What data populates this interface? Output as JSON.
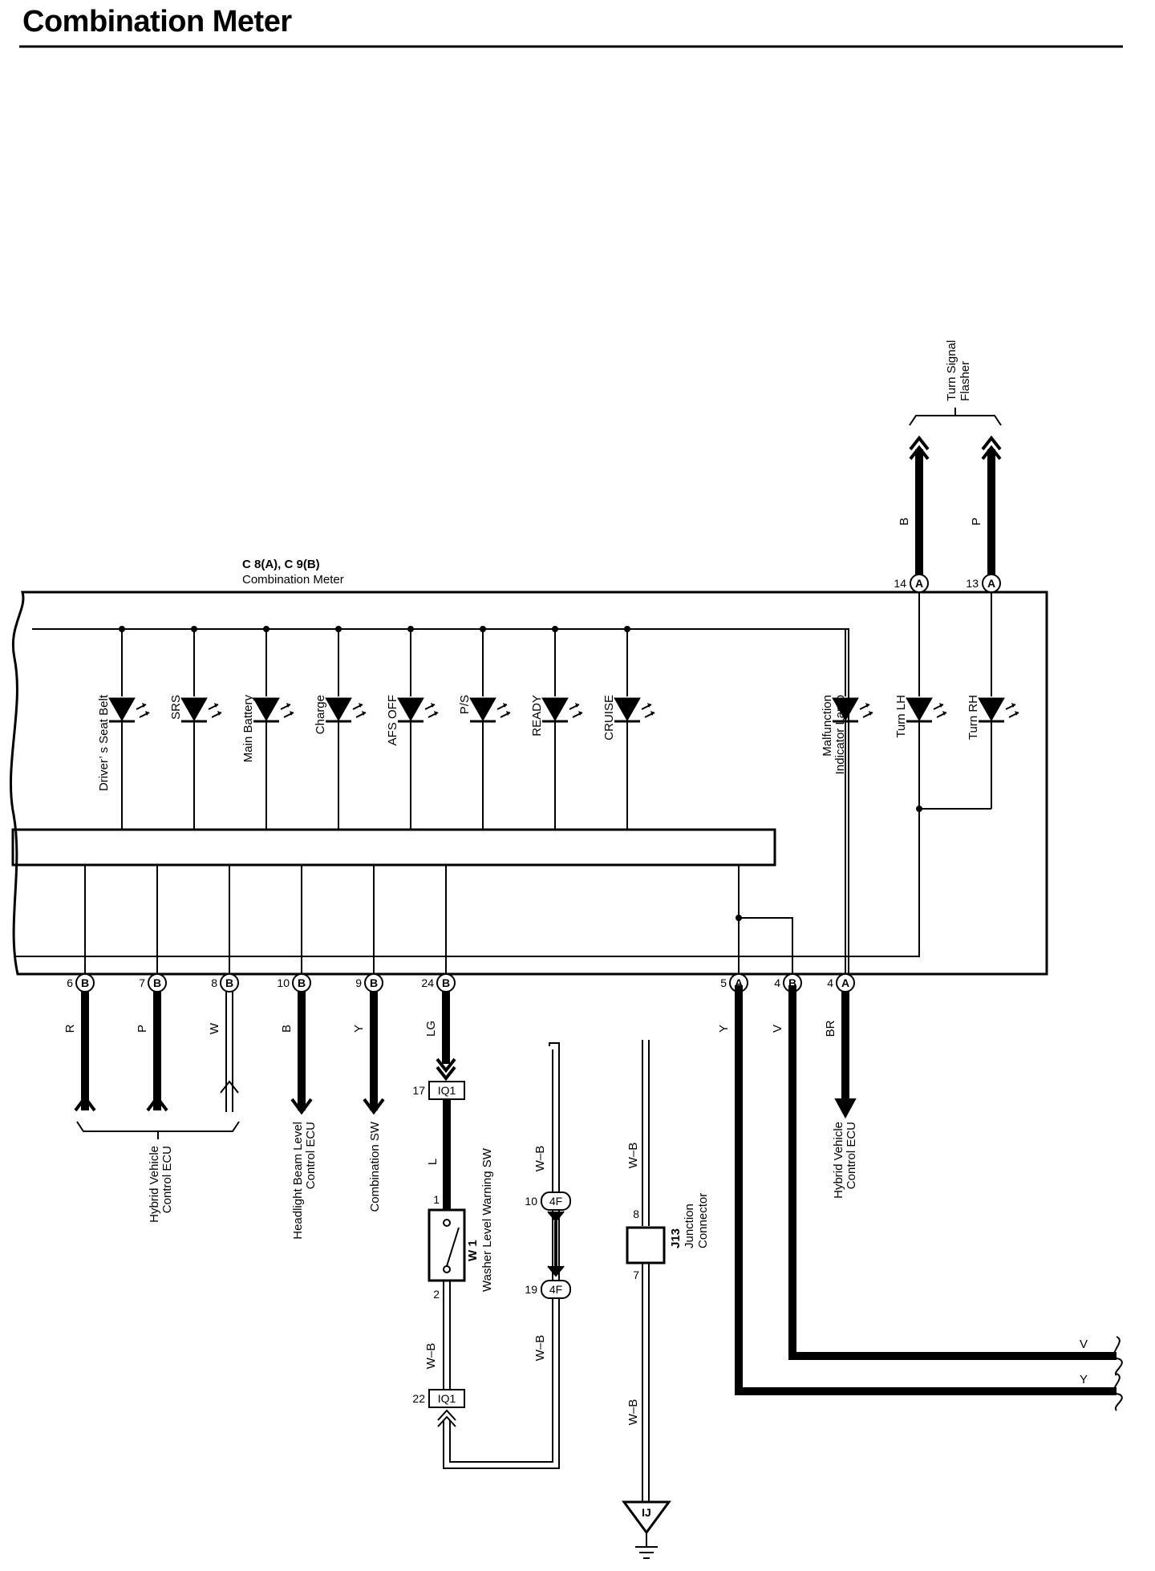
{
  "title": "Combination Meter",
  "meter": {
    "id": "C 8(A), C 9(B)",
    "name": "Combination Meter"
  },
  "turn_signal_flasher": [
    "Turn Signal",
    "Flasher"
  ],
  "top_inputs": [
    {
      "pin": "14",
      "conn": "A",
      "wire": "B"
    },
    {
      "pin": "13",
      "conn": "A",
      "wire": "P"
    }
  ],
  "indicators": [
    {
      "label": "Driver’ s Seat Belt"
    },
    {
      "label": "SRS"
    },
    {
      "label": "Main Battery"
    },
    {
      "label": "Charge"
    },
    {
      "label": "AFS OFF"
    },
    {
      "label": "P/S"
    },
    {
      "label": "READY"
    },
    {
      "label": "CRUISE"
    },
    {
      "label": [
        "Malfunction",
        "Indicator Lamp"
      ]
    },
    {
      "label": "Turn LH"
    },
    {
      "label": "Turn RH"
    }
  ],
  "bottom_pins": [
    {
      "pin": "6",
      "conn": "B",
      "wire": "R"
    },
    {
      "pin": "7",
      "conn": "B",
      "wire": "P"
    },
    {
      "pin": "8",
      "conn": "B",
      "wire": "W"
    },
    {
      "pin": "10",
      "conn": "B",
      "wire": "B"
    },
    {
      "pin": "9",
      "conn": "B",
      "wire": "Y"
    },
    {
      "pin": "24",
      "conn": "B",
      "wire": "LG"
    },
    {
      "pin": "5",
      "conn": "A",
      "wire": "Y"
    },
    {
      "pin": "4",
      "conn": "B",
      "wire": "V"
    },
    {
      "pin": "4",
      "conn": "A",
      "wire": "BR"
    }
  ],
  "destinations": {
    "hybrid_ecu_left": [
      "Hybrid Vehicle",
      "Control ECU"
    ],
    "headlight": [
      "Headlight Beam Level",
      "Control ECU"
    ],
    "combination_sw": [
      "Combination SW"
    ],
    "hybrid_ecu_right": [
      "Hybrid Vehicle",
      "Control ECU"
    ]
  },
  "washer": {
    "id": "W 1",
    "name": "Washer Level Warning SW",
    "pin_top": "1",
    "pin_bottom": "2",
    "wire_top": "L",
    "wire_bottom": "W–B"
  },
  "connectors": {
    "iq1_top": {
      "pin": "17",
      "code": "IQ1"
    },
    "iq1_bottom": {
      "pin": "22",
      "code": "IQ1"
    },
    "f4_top": {
      "pin": "10",
      "code": "4F"
    },
    "f4_bottom": {
      "pin": "19",
      "code": "4F"
    },
    "wire_wb": "W–B"
  },
  "junction": {
    "id": "J13",
    "name": [
      "Junction",
      "Connector"
    ],
    "pin_top": "8",
    "pin_bottom": "7",
    "wire": "W–B"
  },
  "ground": "IJ",
  "right_wires": [
    "V",
    "Y"
  ]
}
